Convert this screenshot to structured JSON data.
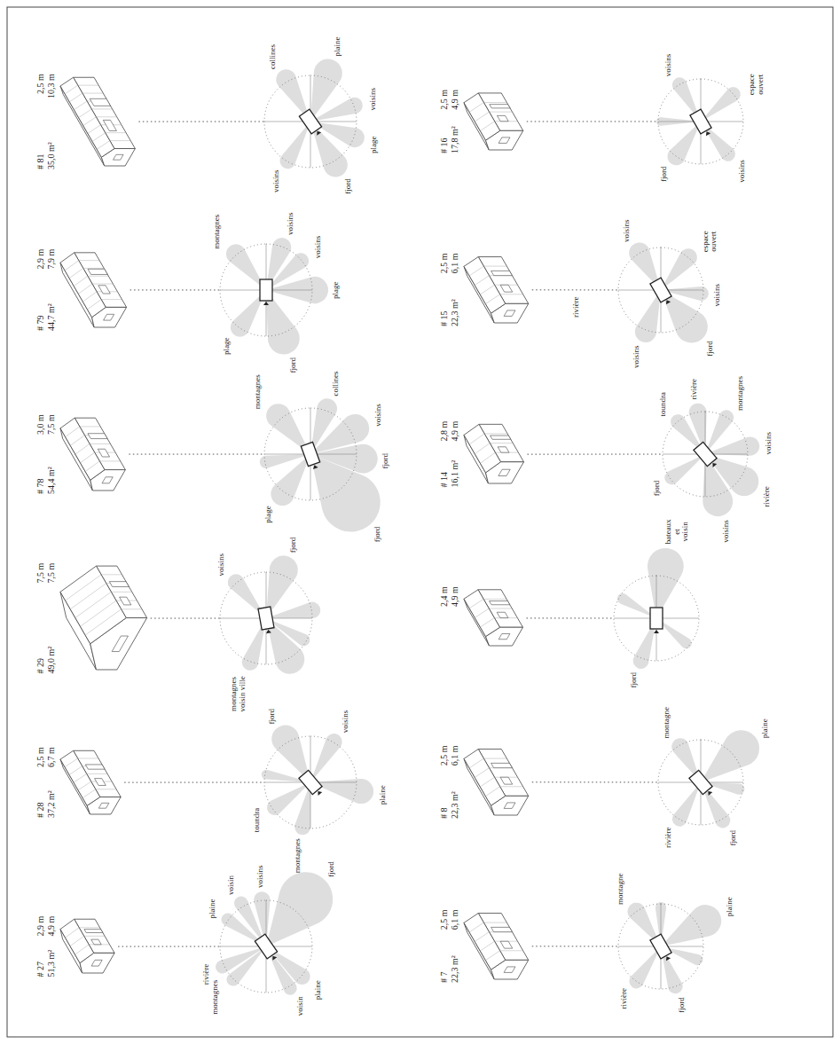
{
  "diagram": {
    "nodes": [
      {
        "text": [
          "# 27",
          "51,3 m²",
          "2,9 m",
          "4,9 m"
        ]
      },
      {
        "text": [
          "montagnes",
          "rivière",
          "plaine",
          "voisin",
          "voisins",
          "fjord",
          "plaine",
          "voisin"
        ]
      },
      {
        "text": [
          "# 28",
          "37,2 m²",
          "2,5 m",
          "6,7 m"
        ]
      },
      {
        "text": [
          "toundra",
          "montagnes",
          "fjord",
          "voisins",
          "plaine"
        ]
      },
      {
        "text": [
          "# 29",
          "49,0 m²",
          "7,5 m",
          "7,5 m"
        ]
      },
      {
        "text": [
          "voisins",
          "fjord",
          "montagnes voisin ville"
        ]
      },
      {
        "text": [
          "# 78",
          "54,4 m²",
          "3,0 m",
          "7,5 m"
        ]
      },
      {
        "text": [
          "fjord",
          "fjord",
          "plage",
          "montagnes",
          "collines",
          "voisins"
        ]
      },
      {
        "text": [
          "# 79",
          "44,7 m²",
          "2,9 m",
          "7,9 m"
        ]
      },
      {
        "text": [
          "plage",
          "montagnes",
          "fjord",
          "voisins",
          "plage",
          "voisins"
        ]
      },
      {
        "text": [
          "# 81",
          "35,0 m²",
          "2,5 m",
          "10,3 m"
        ]
      },
      {
        "text": [
          "voisins",
          "collines",
          "fjord",
          "plage",
          "voisins",
          "plaine"
        ]
      },
      {
        "text": [
          "# 7",
          "22,3 m²",
          "2,5 m",
          "6,1 m"
        ]
      },
      {
        "text": [
          "rivière",
          "montagne",
          "fjord",
          "plaine"
        ]
      },
      {
        "text": [
          "# 8",
          "22,3 m²",
          "2,5 m",
          "6,1 m"
        ]
      },
      {
        "text": [
          "rivière",
          "montagne",
          "fjord",
          "plaine"
        ]
      },
      {
        "text": [
          "2,4 m",
          "4,9 m"
        ]
      },
      {
        "text": [
          "fjord",
          "bateaux et voisin"
        ]
      },
      {
        "text": [
          "# 14",
          "16,1 m²",
          "2,8 m",
          "4,9 m"
        ]
      },
      {
        "text": [
          "fjord",
          "toundra",
          "rivière",
          "montagnes",
          "voisins",
          "rivière",
          "voisins"
        ]
      },
      {
        "text": [
          "# 15",
          "22,3 m²",
          "2,5 m",
          "6,1 m"
        ]
      },
      {
        "text": [
          "fjord",
          "voisins",
          "voisins",
          "espace ouvert",
          "voisins"
        ]
      },
      {
        "text": [
          "# 16",
          "17,8 m²",
          "2,5 m",
          "4,9 m"
        ]
      },
      {
        "text": [
          "fjord",
          "voisins",
          "voisins",
          "espace ouvert"
        ]
      }
    ],
    "edges": [
      {
        "from": 0,
        "to": 1,
        "arrow": "none"
      },
      {
        "from": 2,
        "to": 3,
        "arrow": "none"
      },
      {
        "from": 4,
        "to": 5,
        "arrow": "none"
      },
      {
        "from": 6,
        "to": 7,
        "arrow": "none"
      },
      {
        "from": 8,
        "to": 9,
        "arrow": "none"
      },
      {
        "from": 10,
        "to": 11,
        "arrow": "none"
      },
      {
        "from": 12,
        "to": 13,
        "arrow": "none"
      },
      {
        "from": 14,
        "to": 15,
        "arrow": "none"
      },
      {
        "from": 16,
        "to": 17,
        "arrow": "none"
      },
      {
        "from": 18,
        "to": 19,
        "arrow": "none"
      },
      {
        "from": 20,
        "to": 21,
        "arrow": "none"
      },
      {
        "from": 22,
        "to": 23,
        "arrow": "none"
      }
    ],
    "labels": [
      "rivière"
    ]
  }
}
